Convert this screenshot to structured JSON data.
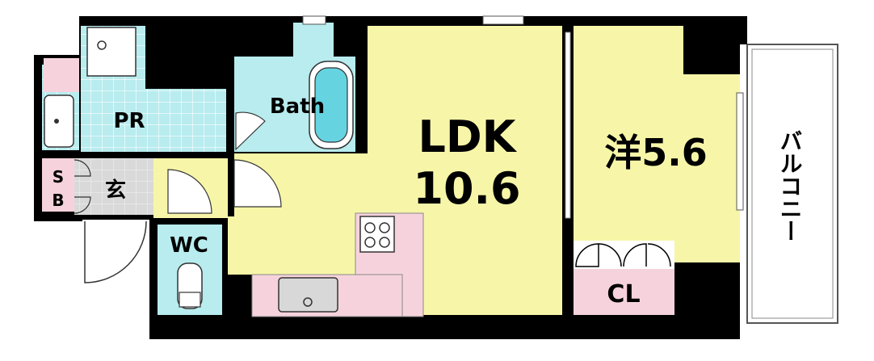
{
  "rooms": {
    "ldk": {
      "name": "LDK",
      "size": "10.6"
    },
    "western": {
      "name": "洋5.6"
    },
    "bath": {
      "name": "Bath"
    },
    "powder_room": {
      "name": "PR"
    },
    "entrance": {
      "name": "玄"
    },
    "shoe_box": {
      "name_line1": "S",
      "name_line2": "B"
    },
    "toilet": {
      "name": "WC"
    },
    "closet": {
      "name": "CL"
    },
    "balcony": {
      "name": "バルコニー"
    }
  },
  "colors": {
    "wall": "#000000",
    "ldk_floor": "#f7f6a8",
    "wet_area_floor": "#b8ecef",
    "pink_area": "#f6d3dc",
    "entrance_floor": "#d9d9d9",
    "balcony_floor": "#ffffff"
  }
}
